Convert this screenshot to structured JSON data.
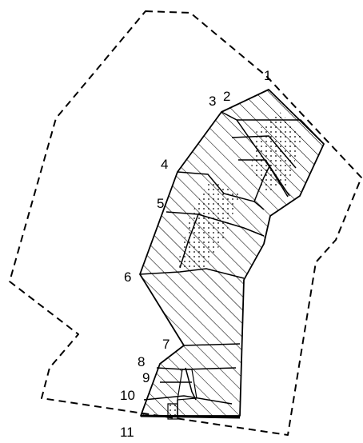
{
  "labels": {
    "l1": "1",
    "l2": "2",
    "l3": "3",
    "l4": "4",
    "l5": "5",
    "l6": "6",
    "l7": "7",
    "l8": "8",
    "l9": "9",
    "l10": "10",
    "l11": "11"
  },
  "colors": {
    "stroke": "#000000",
    "background": "#ffffff"
  }
}
